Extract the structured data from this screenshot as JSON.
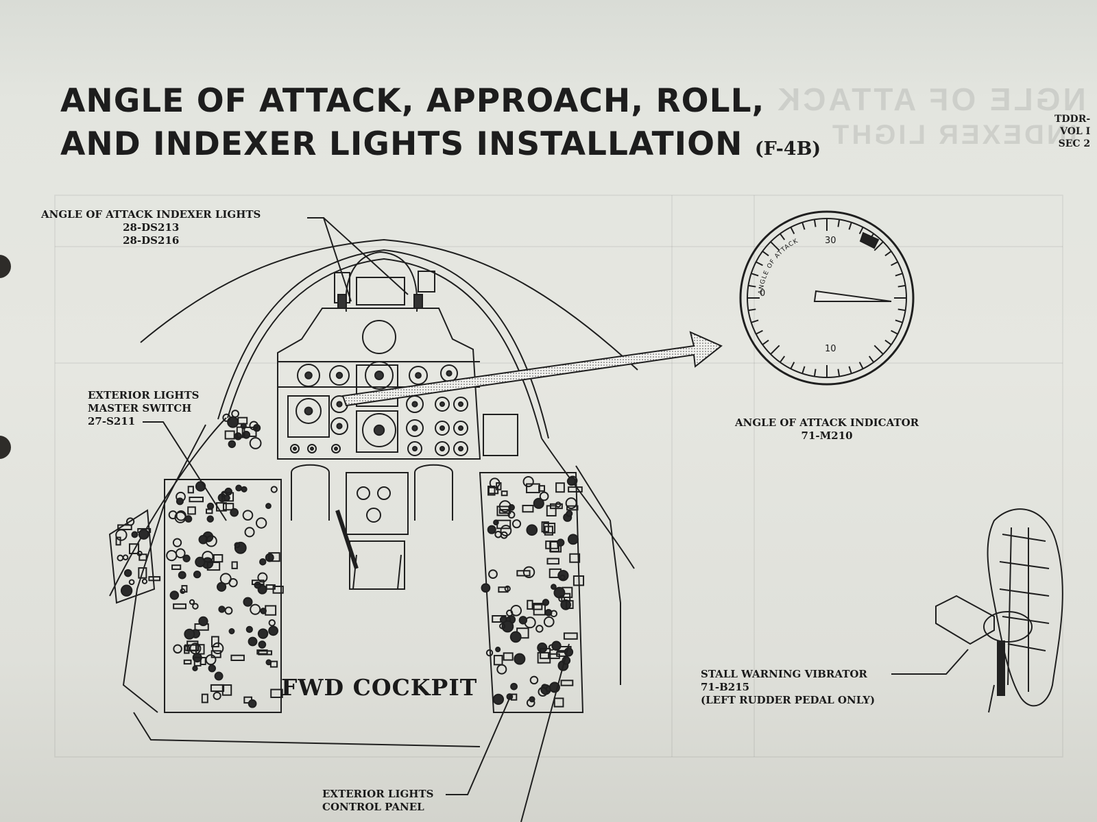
{
  "title": {
    "line1": "ANGLE OF ATTACK, APPROACH, ROLL,",
    "line2": "AND INDEXER LIGHTS INSTALLATION",
    "variant": "(F-4B)"
  },
  "doc_code": {
    "line1": "TDDR-",
    "line2": "VOL I",
    "line3": "SEC 2"
  },
  "callouts": {
    "indexer_lights": {
      "name": "ANGLE OF ATTACK INDEXER LIGHTS",
      "part1": "28-DS213",
      "part2": "28-DS216"
    },
    "master_switch": {
      "line1": "EXTERIOR LIGHTS",
      "line2": "MASTER SWITCH",
      "part": "27-S211"
    },
    "aoa_indicator": {
      "name": "ANGLE OF ATTACK INDICATOR",
      "part": "71-M210"
    },
    "stall_vibrator": {
      "name": "STALL WARNING VIBRATOR",
      "part": "71-B215",
      "note": "(LEFT RUDDER PEDAL ONLY)"
    },
    "control_panel": {
      "line1": "EXTERIOR LIGHTS",
      "line2": "CONTROL PANEL"
    }
  },
  "cockpit_label": "FWD COCKPIT",
  "gauge": {
    "arc_label": "ANGLE OF ATTACK",
    "scale_labels": [
      "0",
      "10",
      "30"
    ],
    "needle_value": 20
  },
  "colors": {
    "ink": "#1a1a1a",
    "paper": "#e3e5df"
  }
}
